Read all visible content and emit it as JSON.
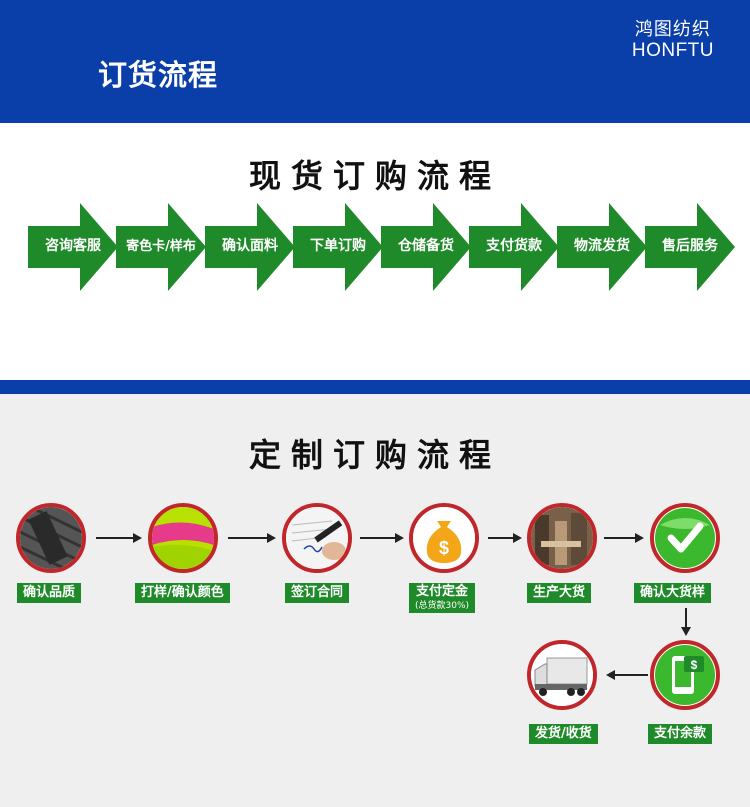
{
  "header": {
    "title": "订货流程",
    "brand_cn": "鸿图纺织",
    "brand_en": "HONFTU",
    "bg_color": "#0a3ea8"
  },
  "stock_flow": {
    "title": "现货订购流程",
    "arrow_color": "#1f8a2a",
    "steps": [
      {
        "label": "咨询客服"
      },
      {
        "label": "寄色卡/样布"
      },
      {
        "label": "确认面料"
      },
      {
        "label": "下单订购"
      },
      {
        "label": "仓储备货"
      },
      {
        "label": "支付货款"
      },
      {
        "label": "物流发货"
      },
      {
        "label": "售后服务"
      }
    ]
  },
  "custom_flow": {
    "title": "定制订购流程",
    "tag_color": "#1f8a2a",
    "ring_color": "#c0262a",
    "steps": [
      {
        "label": "确认品质",
        "icon": "fabric-texture-icon"
      },
      {
        "label": "打样/确认颜色",
        "icon": "color-fabric-icon"
      },
      {
        "label": "签订合同",
        "icon": "signing-pen-icon"
      },
      {
        "label": "支付定金",
        "sub": "(总货款30%)",
        "icon": "money-bag-icon"
      },
      {
        "label": "生产大货",
        "icon": "factory-icon"
      },
      {
        "label": "确认大货样",
        "icon": "check-mark-icon"
      },
      {
        "label": "支付余款",
        "icon": "mobile-payment-icon"
      },
      {
        "label": "发货/收货",
        "icon": "delivery-truck-icon"
      }
    ]
  }
}
